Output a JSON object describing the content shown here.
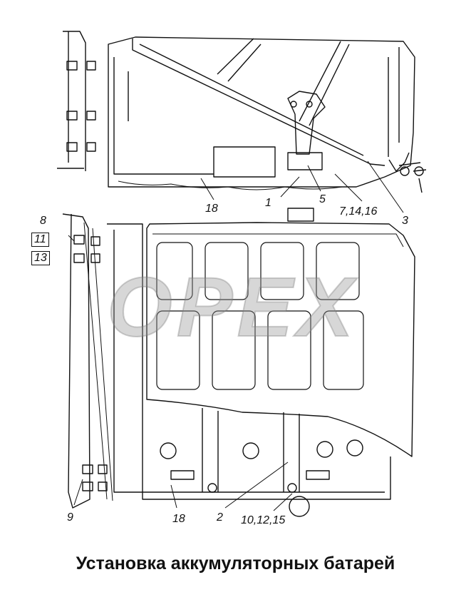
{
  "title": "Установка аккумуляторных батарей",
  "watermark_text": "OPEX",
  "callouts": [
    {
      "id": "c18a",
      "text": "18"
    },
    {
      "id": "c1",
      "text": "1"
    },
    {
      "id": "c5",
      "text": "5"
    },
    {
      "id": "c7",
      "text": "7,14,16"
    },
    {
      "id": "c3",
      "text": "3"
    },
    {
      "id": "c8",
      "text": "8"
    },
    {
      "id": "c11",
      "text": "11"
    },
    {
      "id": "c13",
      "text": "13"
    },
    {
      "id": "c9",
      "text": "9"
    },
    {
      "id": "c18b",
      "text": "18"
    },
    {
      "id": "c2",
      "text": "2"
    },
    {
      "id": "c10",
      "text": "10,12,15"
    }
  ],
  "colors": {
    "ink": "#111111",
    "watermark": "#9a9a9a"
  }
}
